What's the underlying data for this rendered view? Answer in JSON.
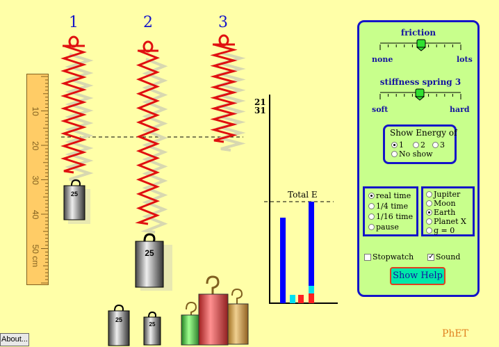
{
  "springs": {
    "labels": [
      "1",
      "2",
      "3"
    ],
    "color": "#e01010"
  },
  "masses": {
    "hung_1": "25",
    "hung_2": "25",
    "floor_1": "25",
    "floor_2": "25"
  },
  "ruler": {
    "ticks": [
      "10",
      "20",
      "30",
      "40",
      "50 cm"
    ]
  },
  "energy_graph": {
    "top_labels": [
      "21",
      "31"
    ],
    "total_label": "Total E",
    "colors": {
      "kinetic": "#0000ff",
      "thermal": "#ff2020",
      "gravity": "#00e0f0",
      "elastic": "#0000ff"
    }
  },
  "controls": {
    "friction": {
      "title": "friction",
      "min_label": "none",
      "max_label": "lots",
      "level": 0.5
    },
    "stiffness": {
      "title": "stiffness spring 3",
      "min_label": "soft",
      "max_label": "hard",
      "level": 0.5
    },
    "show_energy": {
      "title": "Show Energy of",
      "options": [
        "1",
        "2",
        "3",
        "No show"
      ],
      "selected": "1"
    },
    "time": {
      "options": [
        "real time",
        "1/4 time",
        "1/16 time",
        "pause"
      ],
      "selected": "real time"
    },
    "gravity": {
      "options": [
        "Jupiter",
        "Moon",
        "Earth",
        "Planet X",
        "g = 0"
      ],
      "selected": "Earth"
    },
    "stopwatch_label": "Stopwatch",
    "stopwatch_checked": false,
    "sound_label": "Sound",
    "sound_checked": true,
    "help_label": "Show Help"
  },
  "footer": {
    "about_label": "About...",
    "brand": "PhET"
  },
  "palette": {
    "background": "#ffffa8",
    "panel": "#c8ff8c",
    "border": "#1414c8",
    "accent_orange": "#e08020"
  }
}
